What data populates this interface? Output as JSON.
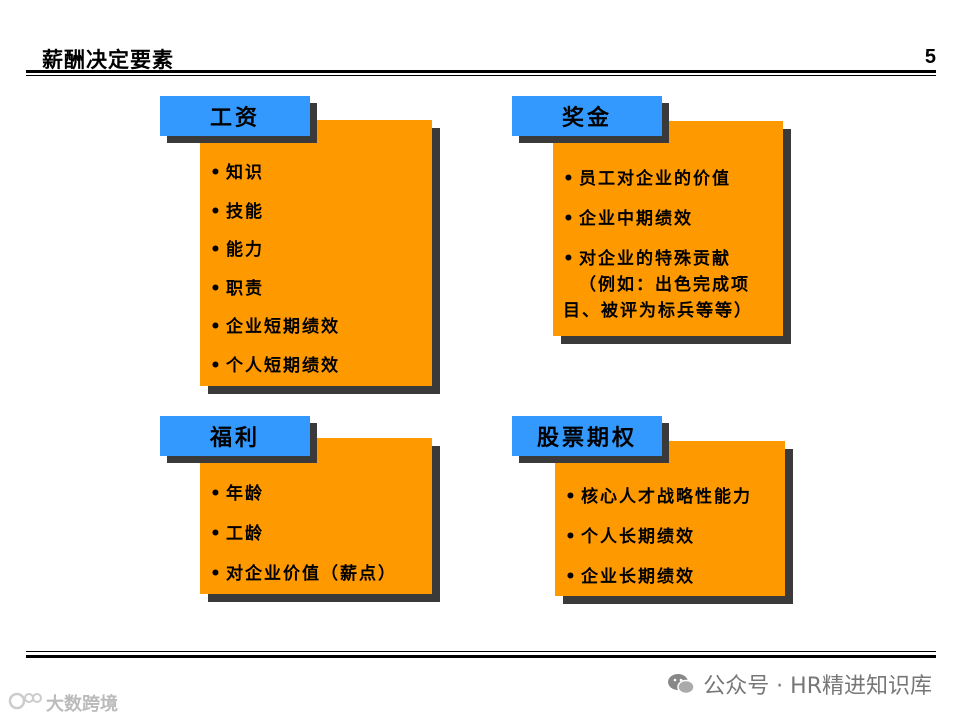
{
  "header": {
    "title": "薪酬决定要素",
    "page_number": "5"
  },
  "cards": {
    "wages": {
      "label": "工资",
      "items": [
        "知识",
        "技能",
        "能力",
        "职责",
        "企业短期绩效",
        "个人短期绩效"
      ]
    },
    "bonus": {
      "label": "奖金",
      "items": [
        "员工对企业的价值",
        "企业中期绩效",
        "对企业的特殊贡献"
      ],
      "item3_cont1": "（例如：出色完成项",
      "item3_cont2": "目、被评为标兵等等）"
    },
    "benefits": {
      "label": "福利",
      "items": [
        "年龄",
        "工龄",
        "对企业价值（薪点）"
      ]
    },
    "options": {
      "label": "股票期权",
      "items": [
        "核心人才战略性能力",
        "个人长期绩效",
        "企业长期绩效"
      ]
    }
  },
  "bullet": "•",
  "watermarks": {
    "right_text": "公众号 · HR精进知识库",
    "left_text": "大数跨境"
  },
  "colors": {
    "card": "#ff9900",
    "label": "#3399ff",
    "shadow": "#3a3a3a"
  }
}
